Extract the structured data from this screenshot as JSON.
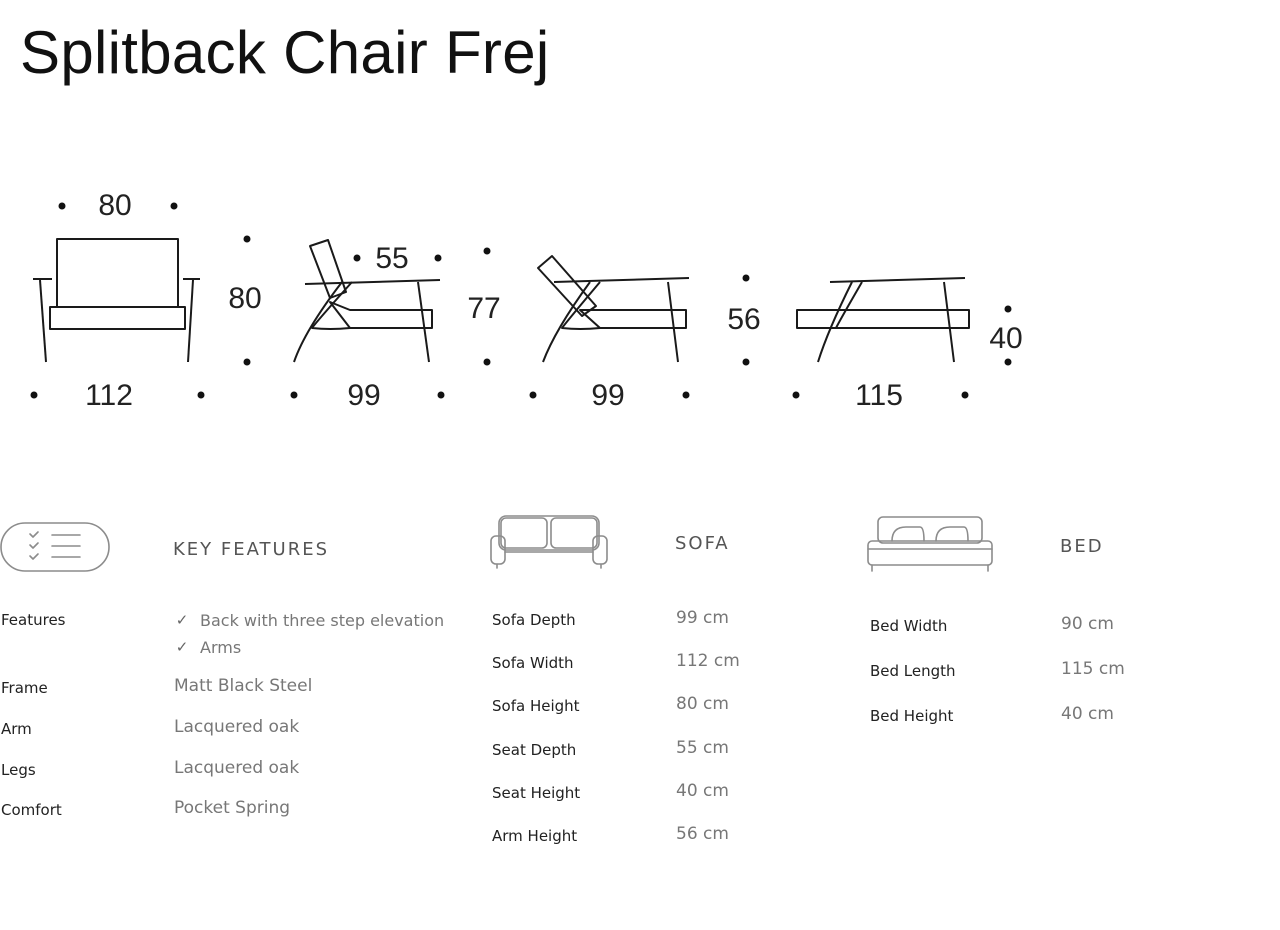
{
  "title": "Splitback Chair Frej",
  "dimensions": {
    "front_top": "80",
    "front_height": "80",
    "front_bottom": "112",
    "side1_seat_depth": "55",
    "side1_height": "77",
    "side1_bottom": "99",
    "side2_height": "56",
    "side2_bottom": "99",
    "bed_bottom": "115",
    "bed_height": "40"
  },
  "key_features": {
    "heading": "KEY FEATURES",
    "rows": [
      {
        "label": "Features",
        "items": [
          "Back with three step elevation",
          "Arms"
        ]
      },
      {
        "label": "Frame",
        "value": "Matt Black Steel"
      },
      {
        "label": "Arm",
        "value": "Lacquered oak"
      },
      {
        "label": "Legs",
        "value": "Lacquered oak"
      },
      {
        "label": "Comfort",
        "value": "Pocket Spring"
      }
    ]
  },
  "sofa": {
    "heading": "SOFA",
    "rows": [
      {
        "label": "Sofa Depth",
        "value": "99 cm"
      },
      {
        "label": "Sofa Width",
        "value": "112 cm"
      },
      {
        "label": "Sofa Height",
        "value": "80 cm"
      },
      {
        "label": "Seat Depth",
        "value": "55 cm"
      },
      {
        "label": "Seat Height",
        "value": "40 cm"
      },
      {
        "label": "Arm Height",
        "value": "56 cm"
      }
    ]
  },
  "bed": {
    "heading": "BED",
    "rows": [
      {
        "label": "Bed Width",
        "value": "90 cm"
      },
      {
        "label": "Bed Length",
        "value": "115 cm"
      },
      {
        "label": "Bed Height",
        "value": "40 cm"
      }
    ]
  },
  "icons": {
    "features": "checklist-icon",
    "sofa": "sofa-icon",
    "bed": "bed-icon",
    "check": "checkmark-icon"
  },
  "colors": {
    "text": "#222222",
    "muted": "#777777",
    "icon": "#8c8c8c"
  }
}
